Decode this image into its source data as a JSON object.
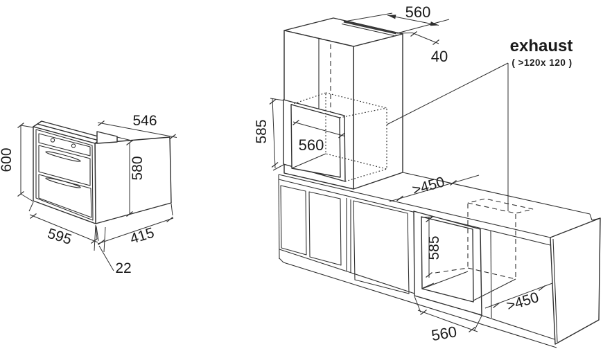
{
  "diagram": {
    "appliance_view": {
      "body_width_top": "546",
      "front_frame_height": "600",
      "body_height": "580",
      "front_frame_width": "595",
      "body_depth": "415",
      "front_frame_overhang": "22"
    },
    "installation_view": {
      "top_slot_width": "560",
      "top_slot_depth": "40",
      "upper_niche_height": "585",
      "upper_niche_width": "560",
      "worktop_min_depth": ">450",
      "base_niche_height": "585",
      "base_niche_min_depth": ">450",
      "base_niche_width": "560",
      "exhaust_label": "exhaust",
      "exhaust_min_size": "( >120x 120 )"
    }
  },
  "colors": {
    "line": "#2f2f2f",
    "text": "#1a1a1a",
    "background": "#ffffff",
    "slot_fill": "#3a3a3a"
  }
}
